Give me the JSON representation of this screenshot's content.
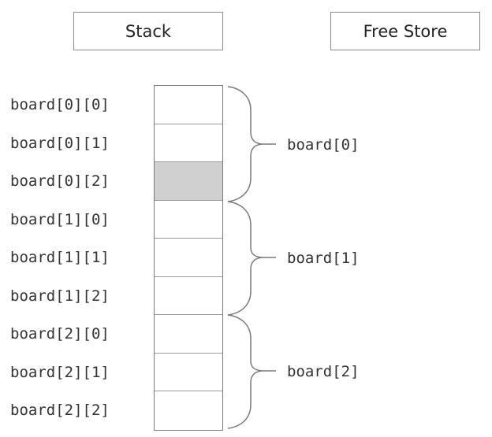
{
  "headers": {
    "stack": "Stack",
    "free_store": "Free Store"
  },
  "rows": [
    {
      "label": "board[0][0]",
      "highlighted": false
    },
    {
      "label": "board[0][1]",
      "highlighted": false
    },
    {
      "label": "board[0][2]",
      "highlighted": true
    },
    {
      "label": "board[1][0]",
      "highlighted": false
    },
    {
      "label": "board[1][1]",
      "highlighted": false
    },
    {
      "label": "board[1][2]",
      "highlighted": false
    },
    {
      "label": "board[2][0]",
      "highlighted": false
    },
    {
      "label": "board[2][1]",
      "highlighted": false
    },
    {
      "label": "board[2][2]",
      "highlighted": false
    }
  ],
  "groups": [
    {
      "label": "board[0]"
    },
    {
      "label": "board[1]"
    },
    {
      "label": "board[2]"
    }
  ],
  "colors": {
    "highlight": "#d0d0d0",
    "border": "#7a7a7a"
  }
}
